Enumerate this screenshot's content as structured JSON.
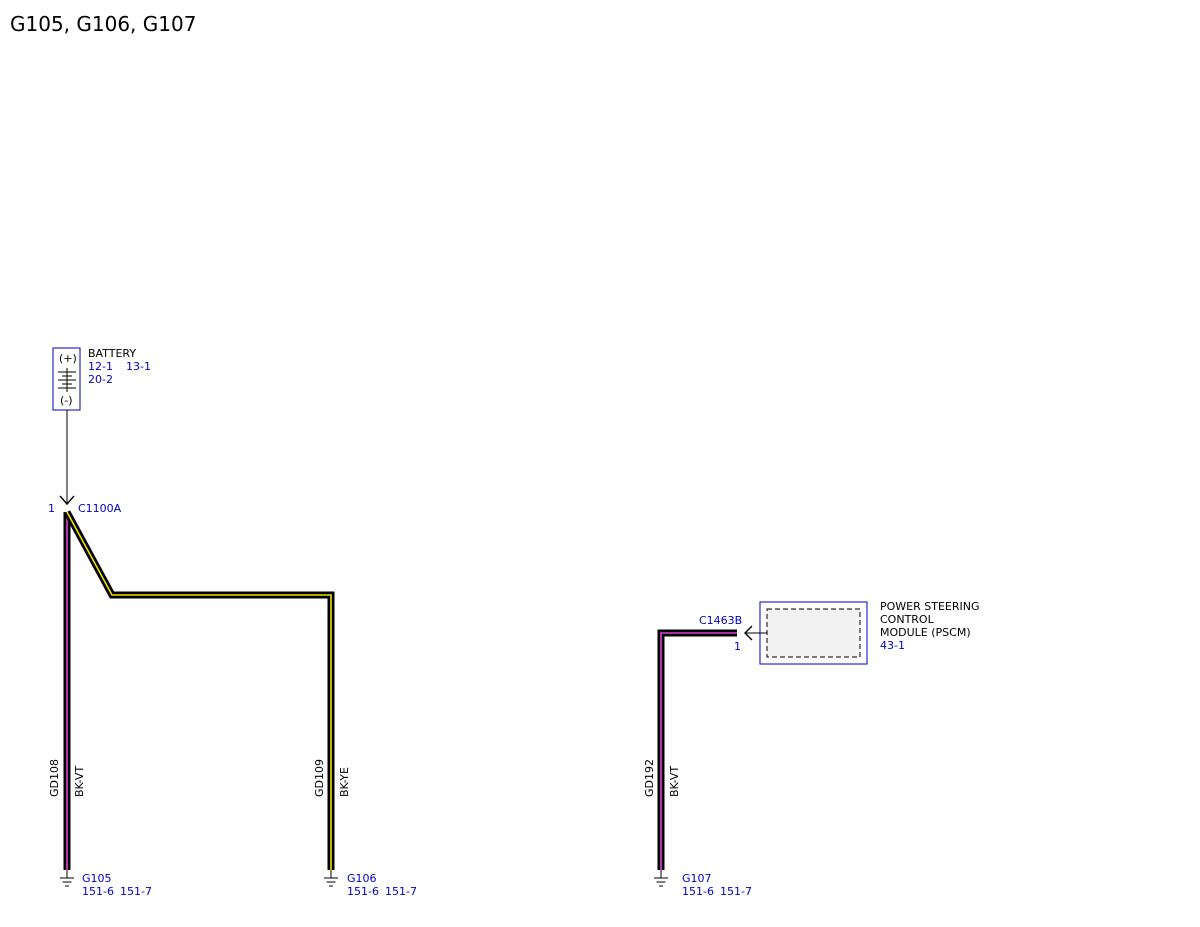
{
  "title": "G105, G106, G107",
  "battery": {
    "name": "BATTERY",
    "refs": [
      "12-1",
      "13-1",
      "20-2"
    ],
    "plus": "(+)",
    "minus": "(-)"
  },
  "connector_c1100a": {
    "pin": "1",
    "name": "C1100A"
  },
  "pscm": {
    "name_lines": [
      "POWER STEERING",
      "CONTROL",
      "MODULE (PSCM)"
    ],
    "ref": "43-1",
    "connector": "C1463B",
    "pin": "1"
  },
  "wires": [
    {
      "circuit": "GD108",
      "color_code": "BK-VT",
      "stripe": "#e040e0"
    },
    {
      "circuit": "GD109",
      "color_code": "BK-YE",
      "stripe": "#f0e000"
    },
    {
      "circuit": "GD192",
      "color_code": "BK-VT",
      "stripe": "#e040e0"
    }
  ],
  "grounds": [
    {
      "name": "G105",
      "refs": [
        "151-6",
        "151-7"
      ]
    },
    {
      "name": "G106",
      "refs": [
        "151-6",
        "151-7"
      ]
    },
    {
      "name": "G107",
      "refs": [
        "151-6",
        "151-7"
      ]
    }
  ],
  "colors": {
    "ref_blue": "#0000cc",
    "component_blue": "#2a2acc",
    "wire_base": "#000000"
  }
}
